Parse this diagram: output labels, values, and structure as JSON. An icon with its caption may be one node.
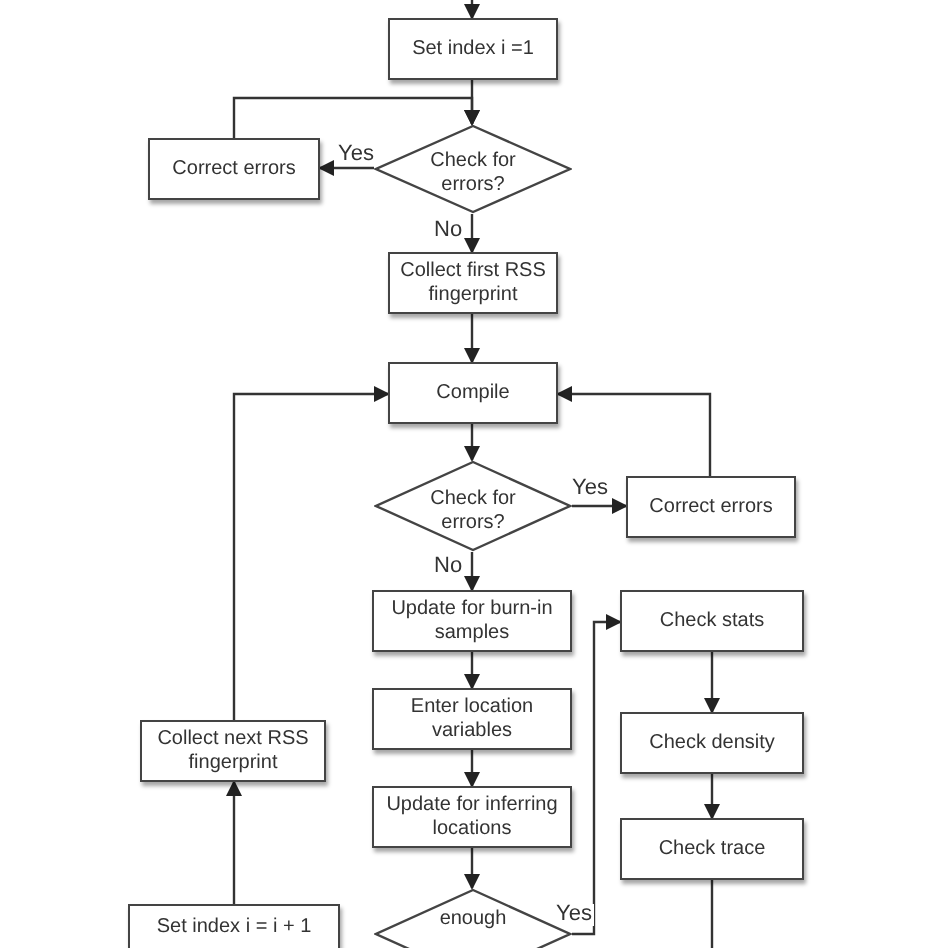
{
  "diagram": {
    "nodes": [
      {
        "text": [
          "Set index i =1"
        ]
      },
      {
        "text": [
          "Check for errors?"
        ]
      },
      {
        "text": [
          "Correct errors"
        ]
      },
      {
        "text": [
          "Collect first RSS fingerprint"
        ]
      },
      {
        "text": [
          "Compile"
        ]
      },
      {
        "text": [
          "Check for errors?"
        ]
      },
      {
        "text": [
          "Correct errors"
        ]
      },
      {
        "text": [
          "Update for burn-in samples"
        ]
      },
      {
        "text": [
          "Enter location variables"
        ]
      },
      {
        "text": [
          "Update for inferring locations"
        ]
      },
      {
        "text": [
          "enough"
        ]
      },
      {
        "text": [
          "Check stats"
        ]
      },
      {
        "text": [
          "Check density"
        ]
      },
      {
        "text": [
          "Check trace"
        ]
      },
      {
        "text": [
          "Collect next RSS fingerprint"
        ]
      },
      {
        "text": [
          "Set index i = i + 1"
        ]
      }
    ],
    "edges": [
      {
        "from": null,
        "to": 0,
        "arrow": "to"
      },
      {
        "from": 0,
        "to": 1,
        "arrow": "to"
      },
      {
        "from": 1,
        "to": 2,
        "arrow": "to",
        "label": "Yes"
      },
      {
        "from": 2,
        "to": 1,
        "arrow": "to"
      },
      {
        "from": 1,
        "to": 3,
        "arrow": "to",
        "label": "No"
      },
      {
        "from": 3,
        "to": 4,
        "arrow": "to"
      },
      {
        "from": 4,
        "to": 5,
        "arrow": "to"
      },
      {
        "from": 5,
        "to": 6,
        "arrow": "to",
        "label": "Yes"
      },
      {
        "from": 6,
        "to": 4,
        "arrow": "to"
      },
      {
        "from": 5,
        "to": 7,
        "arrow": "to",
        "label": "No"
      },
      {
        "from": 7,
        "to": 8,
        "arrow": "to"
      },
      {
        "from": 8,
        "to": 9,
        "arrow": "to"
      },
      {
        "from": 9,
        "to": 10,
        "arrow": "to"
      },
      {
        "from": 10,
        "to": 11,
        "arrow": "to",
        "label": "Yes"
      },
      {
        "from": 11,
        "to": 12,
        "arrow": "to"
      },
      {
        "from": 12,
        "to": 13,
        "arrow": "to"
      },
      {
        "from": 13,
        "to": null,
        "arrow": "none"
      },
      {
        "from": 15,
        "to": 14,
        "arrow": "to"
      },
      {
        "from": 14,
        "to": 4,
        "arrow": "to"
      }
    ]
  }
}
